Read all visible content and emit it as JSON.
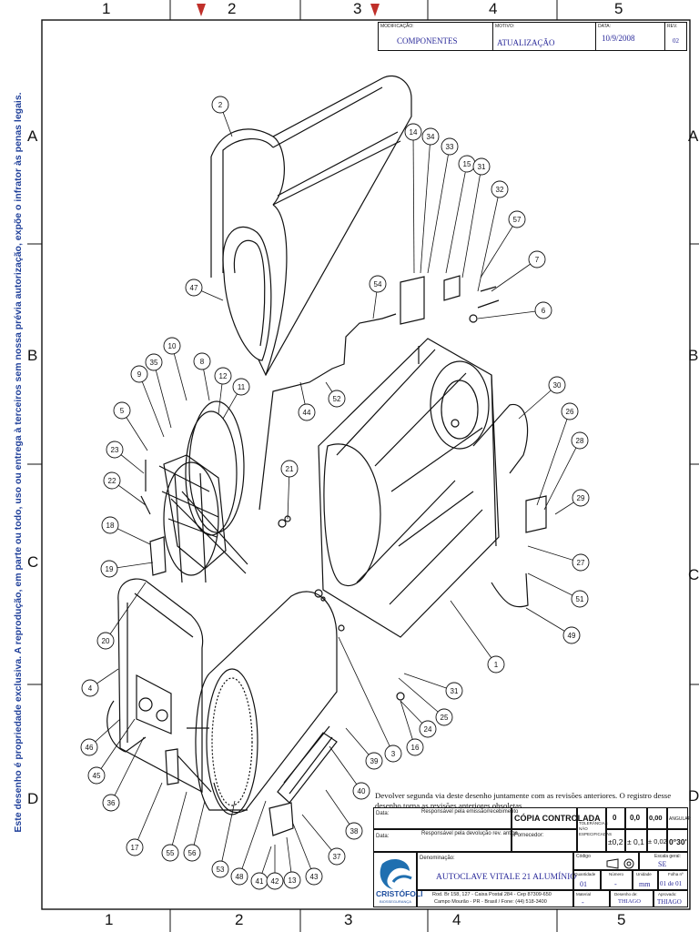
{
  "border": {
    "columns": [
      "1",
      "2",
      "3",
      "4",
      "5"
    ],
    "rows": [
      "A",
      "B",
      "C",
      "D"
    ],
    "side_notice": "Este desenho é propriedade exclusiva. A reprodução, em parte ou todo, uso ou entrega à terceiros sem nossa prévia autorização, expõe o infrator às penas legais."
  },
  "revision": {
    "modificacao_label": "MODIFICAÇÃO:",
    "modificacao": "COMPONENTES",
    "motivo_label": "MOTIVO:",
    "motivo": "ATUALIZAÇÃO",
    "data_label": "DATA:",
    "data": "10/9/2008",
    "rev_label": "REV.",
    "rev": "02"
  },
  "note": "Devolver segunda via deste desenho juntamente com as revisões anteriores. O registro desse desenho torna as revisões anteriores obsoletas.",
  "title_block": {
    "data1_label": "Data:",
    "resp_emissao": "Responsável pela emissão/recebimento",
    "copia": "CÓPIA CONTROLADA",
    "data2_label": "Data:",
    "resp_devolucao": "Responsável pela devolução rev. antiga",
    "fornecedor_label": "Fornecedor:",
    "tolerancias": "TOLERÂNCIAS NÃO ESPECIFICADAS",
    "tol_headers": [
      "0",
      "0,0",
      "0,00",
      "ANGULAR"
    ],
    "tol_values": [
      "±0,2",
      "± 0,1",
      "± 0,02",
      "0°30'"
    ],
    "denominacao_label": "Denominação:",
    "denominacao": "AUTOCLAVE VITALE 21 ALUMÍNIO",
    "codigo_label": "Código",
    "escala_label": "Escala geral:",
    "escala": "SE",
    "quantidade_label": "Quantidade",
    "quantidade": "01",
    "numero_label": "Número",
    "numero": "-",
    "unidade_label": "Unidade",
    "unidade": "mm",
    "folha_label": "Folha nº",
    "folha": "01 de 01",
    "material_label": "Material",
    "material": "-",
    "desenho_label": "Desenho de:",
    "desenho": "THIAGO",
    "aprovado_label": "Aprovado:",
    "aprovado": "THIAGO",
    "company": "CRISTÓFOLI",
    "company_sub": "BIOSSEGURANÇA",
    "address1": "Rod. Br 158, 127 - Caixa Postal 284 - Cep 87309-650",
    "address2": "Campo Mourão - PR - Brasil / Fone: (44) 518-3400"
  },
  "balloons": [
    "1",
    "2",
    "3",
    "4",
    "5",
    "6",
    "7",
    "8",
    "9",
    "10",
    "11",
    "12",
    "13",
    "14",
    "15",
    "16",
    "17",
    "18",
    "19",
    "20",
    "21",
    "22",
    "23",
    "24",
    "25",
    "26",
    "27",
    "28",
    "29",
    "30",
    "31",
    "31",
    "32",
    "33",
    "34",
    "35",
    "36",
    "37",
    "38",
    "39",
    "40",
    "41",
    "42",
    "43",
    "44",
    "45",
    "46",
    "47",
    "48",
    "49",
    "51",
    "52",
    "53",
    "54",
    "55",
    "56",
    "57"
  ]
}
